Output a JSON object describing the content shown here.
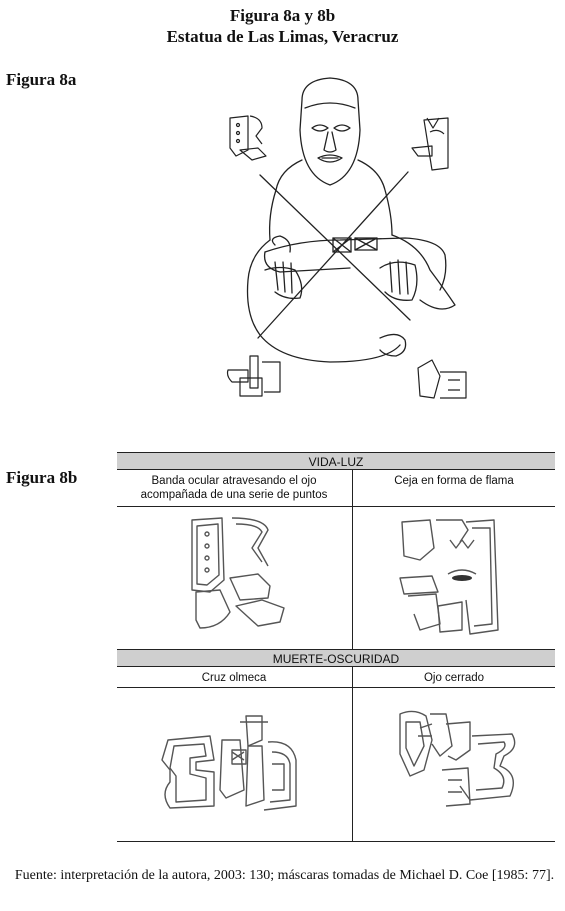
{
  "title_line1": "Figura 8a y 8b",
  "title_line2": "Estatua de Las Limas, Veracruz",
  "figure_a_label": "Figura 8a",
  "figure_b_label": "Figura 8b",
  "table": {
    "section1_header": "VIDA-LUZ",
    "section1_col1": "Banda ocular atravesando el ojo acompañada de una serie de puntos",
    "section1_col2": "Ceja en forma de flama",
    "section2_header": "MUERTE-OSCURIDAD",
    "section2_col1": "Cruz olmeca",
    "section2_col2": "Ojo cerrado"
  },
  "caption": "Fuente: interpretación de la autora, 2003: 130; máscaras tomadas de Michael D. Coe [1985: 77]."
}
